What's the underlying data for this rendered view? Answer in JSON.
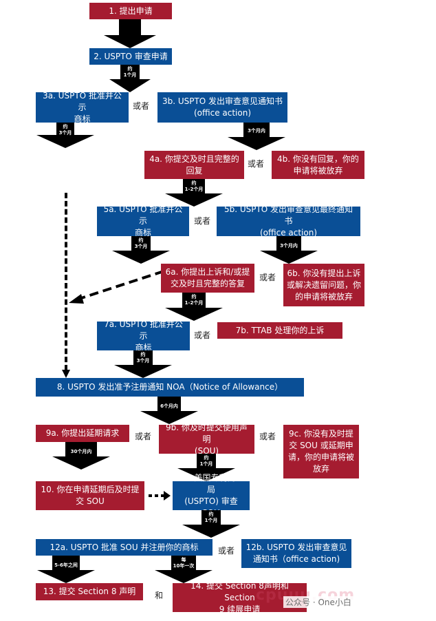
{
  "steps": {
    "s1": "1. 提出申请",
    "s2": "2. USPTO 审查申请",
    "s3a": "3a. USPTO 批准并公示\n商标",
    "s3b": "3b. USPTO 发出审查意见通知书\n(office action)",
    "s4a": "4a. 你提交及时且完整的\n回复",
    "s4b": "4b. 你没有回复，你的\n申请将被放弃",
    "s5a": "5a. USPTO 批准并公示\n商标",
    "s5b": "5b. USPTO 发出审查意见最终通知书\n(office action)",
    "s6a": "6a. 你提出上诉和/或提\n交及时且完整的答复",
    "s6b": "6b. 你没有提出上诉\n或解决遗留问题，你\n的申请将被放弃",
    "s7a": "7a. USPTO 批准并公示\n商标",
    "s7b": "7b. TTAB 处理你的上诉",
    "s8": "8. USPTO 发出准予注册通知 NOA（Notice of Allowance）",
    "s9a": "9a. 你提出延期请求",
    "s9b": "9b. 你及时提交使用声明\n(SOU)",
    "s9c": "9c. 你没有及时提\n交 SOU 或延期申\n请，你的申请将被\n放弃",
    "s10": "10. 你在申请延期后及时提\n交 SOU",
    "s11": "11. 美国专利商标局\n(USPTO) 审查 SOU",
    "s12a": "12a. USPTO 批准 SOU 并注册你的商标",
    "s12b": "12b. USPTO 发出审查意见\n通知书（office action)",
    "s13": "13. 提交 Section 8 声明",
    "s14": "14. 提交 Section 8声明和 Section\n9 续展申请"
  },
  "connectors": {
    "or": "或者",
    "and": "和"
  },
  "arrow_labels": {
    "a2": "约\n1个月",
    "a3a": "约\n3个月",
    "a3b": "3个月内",
    "a4a": "约\n1-2个月",
    "a5a": "约\n3个月",
    "a5b": "3个月内",
    "a6a": "约\n1-2个月",
    "a7a": "约\n3个月",
    "a8": "6个月内",
    "a9a": "30个月内",
    "a9b": "约\n1个月",
    "a11": "约\n1个月",
    "a12a": "5-6年之间",
    "a12a2": "每\n10年一次"
  },
  "watermark": {
    "text": "公众号 · One小白",
    "bg_text": "cpuuu.com"
  },
  "colors": {
    "red": "#a51c30",
    "blue": "#0a4f96"
  }
}
